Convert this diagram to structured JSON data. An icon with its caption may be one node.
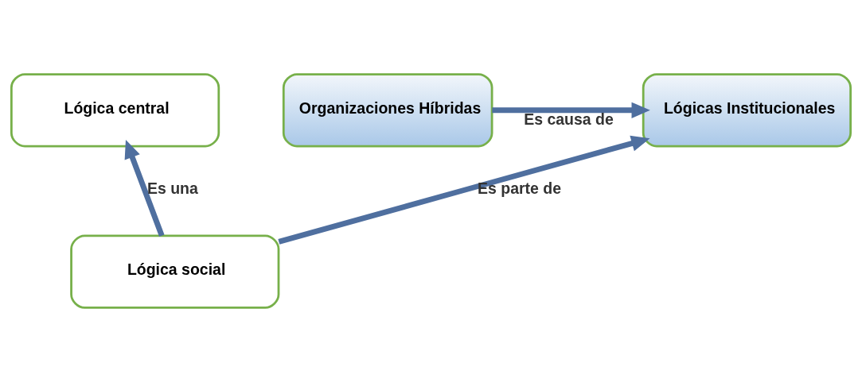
{
  "diagram": {
    "nodes": [
      {
        "text": [
          "Lógica central"
        ]
      },
      {
        "text": [
          "Lógicas Institucionales"
        ]
      },
      {
        "text": [
          "Organizaciones Híbridas"
        ]
      },
      {
        "text": [
          "Lógica social"
        ]
      }
    ],
    "edges": [
      {
        "from": 2,
        "to": 1,
        "arrow": "to",
        "label": "Es causa de"
      },
      {
        "from": 3,
        "to": 1,
        "arrow": "to",
        "label": "Es parte de"
      },
      {
        "from": 3,
        "to": 0,
        "arrow": "to",
        "label": "Es una"
      }
    ]
  }
}
